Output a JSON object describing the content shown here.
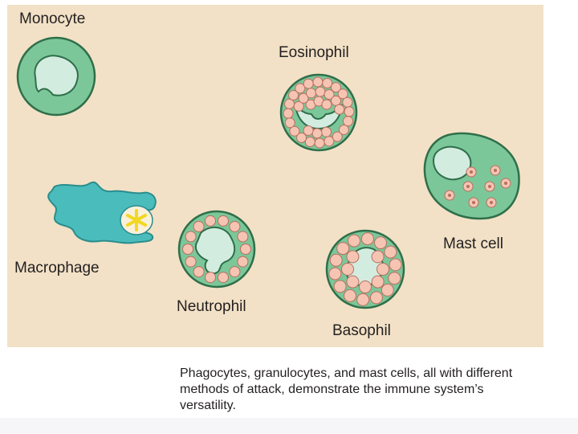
{
  "colors": {
    "panel_background": "#f2e1c6",
    "cell_body": "#7cc79a",
    "cell_outline": "#2f6f4a",
    "nucleus": "#d3ece0",
    "granule": "#f6c4b3",
    "granule_outline": "#b86f5d",
    "macrophage": "#4bbcbc",
    "antigen": "#f2d81f"
  },
  "labels": {
    "monocyte": "Monocyte",
    "eosinophil": "Eosinophil",
    "mast_cell": "Mast cell",
    "macrophage": "Macrophage",
    "neutrophil": "Neutrophil",
    "basophil": "Basophil"
  },
  "caption": "Phagocytes, granulocytes, and mast cells, all with different methods of attack, demonstrate the immune system’s versatility."
}
